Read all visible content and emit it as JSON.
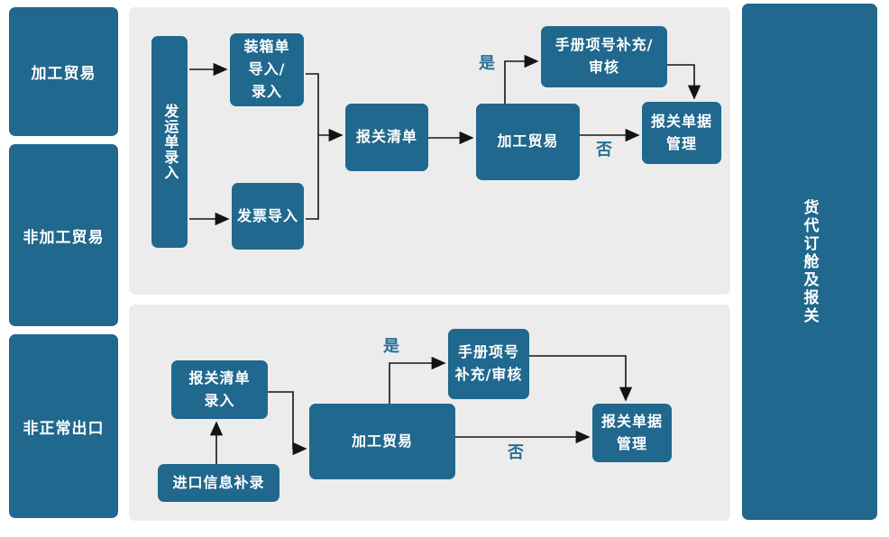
{
  "palette": {
    "node_blue": "#20688D",
    "panel_gray": "#ECECEC",
    "decision_label_blue": "#2A6E96",
    "arrow_color": "#141414",
    "node_text": "#FFFFFF"
  },
  "left_lanes": {
    "processing_trade": "加工贸易",
    "non_processing_trade": "非加工贸易",
    "abnormal_export": "非正常出口"
  },
  "right_lane": {
    "freight_booking": "货代订舱及报关"
  },
  "top_flow": {
    "nodes": {
      "shipping_order_entry": "发运单录入",
      "packing_list_import": "装箱单\n导入/\n录入",
      "invoice_import": "发票导入",
      "declaration_list": "报关清单",
      "processing_trade": "加工贸易",
      "manual_item_supplement": "手册项号补充/\n审核",
      "declaration_doc_mgmt": "报关单据\n管理"
    },
    "labels": {
      "yes": "是",
      "no": "否"
    }
  },
  "bottom_flow": {
    "nodes": {
      "declaration_list_entry": "报关清单\n录入",
      "import_info_supplement": "进口信息补录",
      "processing_trade": "加工贸易",
      "manual_item_supplement": "手册项号\n补充/审核",
      "declaration_doc_mgmt": "报关单据\n管理"
    },
    "labels": {
      "yes": "是",
      "no": "否"
    }
  }
}
